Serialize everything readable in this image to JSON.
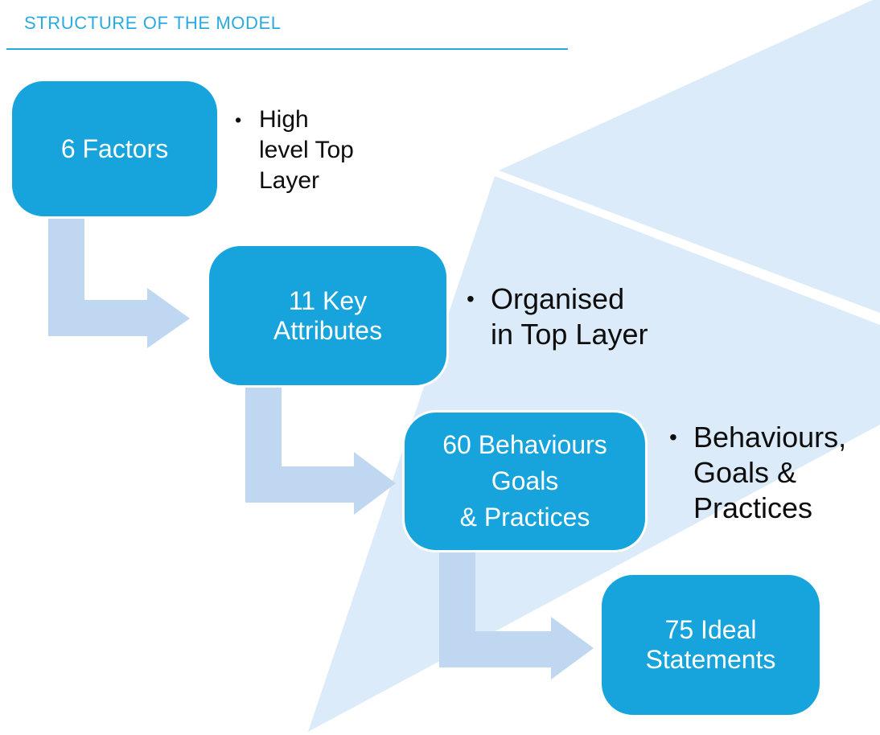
{
  "title": "STRUCTURE OF THE MODEL",
  "bullet_char": "•",
  "colors": {
    "accent": "#29ABE2",
    "box_fill": "#17A4DC",
    "box_text": "#FFFFFF",
    "arrow_fill": "#BFD7F0",
    "wedge_fill": "#DCEBF9",
    "text": "#0D0D0D",
    "page_bg": "#FFFFFF"
  },
  "boxes": [
    {
      "id": "factors",
      "lines": [
        "6 Factors"
      ]
    },
    {
      "id": "key-attributes",
      "lines": [
        "11 Key",
        "Attributes"
      ]
    },
    {
      "id": "behaviours-goals-practices",
      "lines": [
        "60 Behaviours",
        "Goals",
        "& Practices"
      ]
    },
    {
      "id": "ideal-statements",
      "lines": [
        "75 Ideal",
        "Statements"
      ]
    }
  ],
  "bullets": [
    {
      "lines": [
        "High",
        "level Top",
        "Layer"
      ]
    },
    {
      "lines": [
        "Organised",
        "in Top Layer"
      ]
    },
    {
      "lines": [
        "Behaviours,",
        "Goals &",
        "Practices"
      ]
    }
  ]
}
